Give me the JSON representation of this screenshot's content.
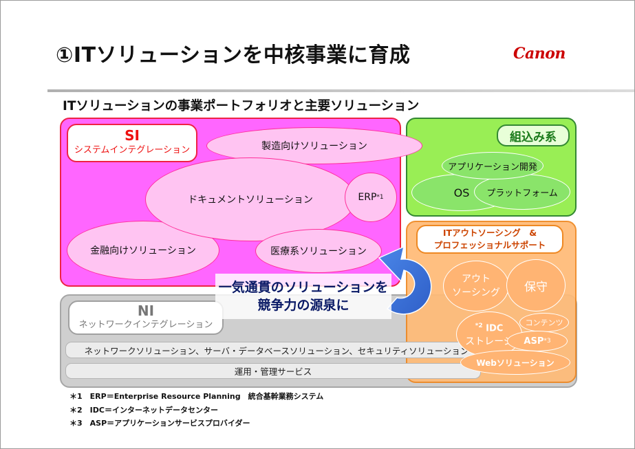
{
  "header": {
    "title": "①ITソリューションを中核事業に育成",
    "logo_text": "Canon",
    "subtitle": "ITソリューションの事業ポートフォリオと主要ソリューション"
  },
  "si": {
    "title": "SI",
    "subtitle": "システムインテグレーション",
    "items": {
      "manufacturing": "製造向けソリューション",
      "document": "ドキュメントソリューション",
      "erp": "ERP",
      "erp_mark": "*1",
      "finance": "金融向けソリューション",
      "medical": "医療系ソリューション"
    }
  },
  "embedded": {
    "title": "組込み系",
    "items": {
      "app_dev": "アプリケーション開発",
      "os": "OS",
      "platform": "プラットフォーム"
    }
  },
  "ito": {
    "title_line1": "ITアウトソーシング　&",
    "title_line2": "プロフェッショナルサポート",
    "items": {
      "outsourcing_1": "アウト",
      "outsourcing_2": "ソーシング",
      "maintenance": "保守",
      "idc_mark": "*2",
      "idc_1": "IDC",
      "idc_2": "ストレージ",
      "contents": "コンテンツ",
      "asp": "ASP",
      "asp_mark": "*3",
      "web": "Webソリューション"
    }
  },
  "ni": {
    "title": "NI",
    "subtitle": "ネットワークインテグレーション",
    "bar1": "ネットワークソリューション、サーバ・データベースソリューション、セキュリティソリューション",
    "bar2": "運用・管理サービス"
  },
  "callout": {
    "line1": "一気通貫のソリューションを",
    "line2": "競争力の源泉に"
  },
  "notes": [
    "＊1　ERP＝Enterprise Resource Planning　統合基幹業務システム",
    "＊2　IDC＝インターネットデータセンター",
    "＊3　ASP＝アプリケーションサービスプロバイダー"
  ],
  "colors": {
    "si_fill": "#ff66ff",
    "si_border": "#ee2244",
    "embedded_fill": "#99ee55",
    "ito_fill": "#ffbb77",
    "ni_fill": "#cfcfcf",
    "callout_text": "#0a1a66",
    "logo": "#cc0000"
  }
}
